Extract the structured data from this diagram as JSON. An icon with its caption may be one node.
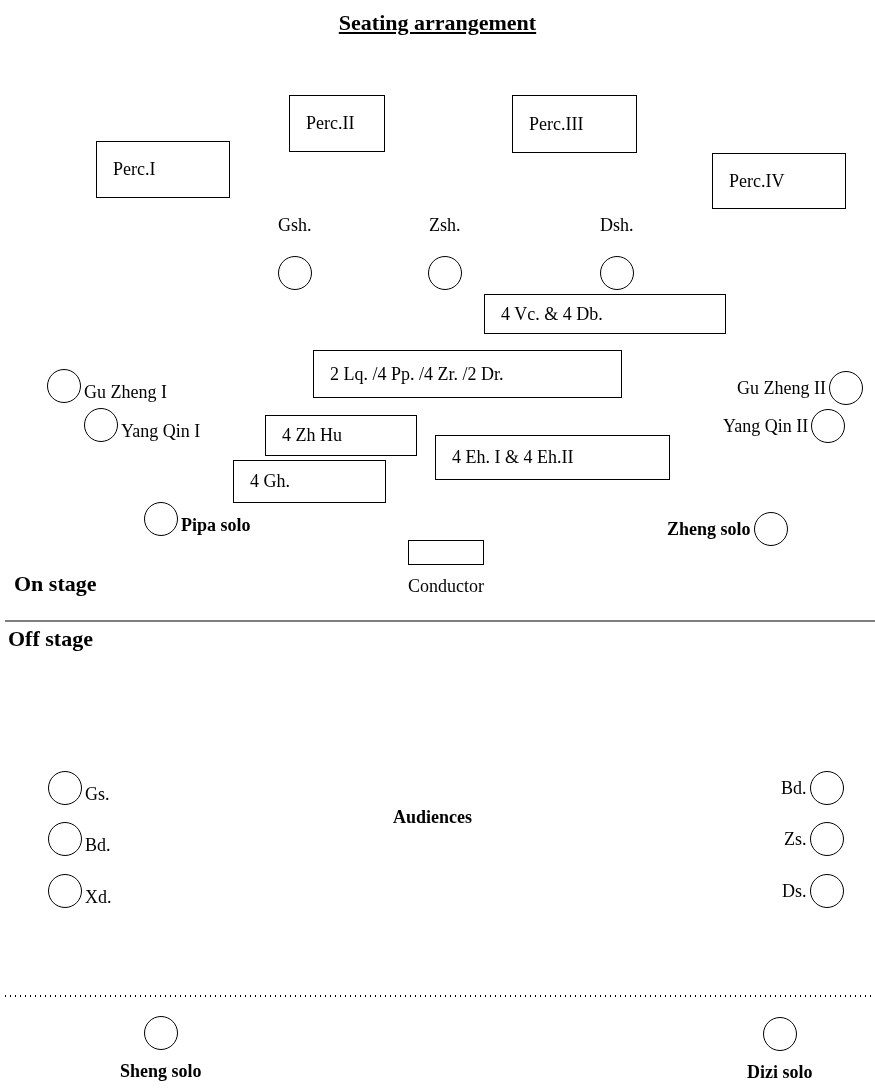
{
  "diagram": {
    "title": "Seating arrangement",
    "nodes": [
      {
        "text": [
          "Perc.I"
        ]
      },
      {
        "text": [
          "Perc.II"
        ]
      },
      {
        "text": [
          "Perc.III"
        ]
      },
      {
        "text": [
          "Perc.IV"
        ]
      },
      {
        "text": [],
        "shape": "circle",
        "beside": [
          "Gsh."
        ]
      },
      {
        "text": [],
        "shape": "circle",
        "beside": [
          "Zsh."
        ]
      },
      {
        "text": [],
        "shape": "circle",
        "beside": [
          "Dsh."
        ]
      },
      {
        "text": [
          "4 Vc. & 4 Db."
        ]
      },
      {
        "text": [
          "2 Lq. /4 Pp. /4 Zr. /2 Dr."
        ]
      },
      {
        "text": [],
        "shape": "circle",
        "beside": [
          "Gu Zheng I"
        ]
      },
      {
        "text": [],
        "shape": "circle",
        "beside": [
          "Gu Zheng II"
        ]
      },
      {
        "text": [
          "4 Zh Hu"
        ]
      },
      {
        "text": [],
        "shape": "circle",
        "beside": [
          "Yang Qin I"
        ]
      },
      {
        "text": [],
        "shape": "circle",
        "beside": [
          "Yang Qin II"
        ]
      },
      {
        "text": [
          "4 Eh. I & 4 Eh.II"
        ]
      },
      {
        "text": [
          "4 Gh."
        ]
      },
      {
        "text": [],
        "shape": "circle",
        "beside": [
          "Pipa solo"
        ]
      },
      {
        "text": [],
        "shape": "circle",
        "beside": [
          "Zheng solo"
        ]
      },
      {
        "text": [],
        "shape": "box",
        "beside": [
          "Conductor"
        ]
      },
      {
        "text": [],
        "shape": "circle",
        "beside": [
          "Gs."
        ]
      },
      {
        "text": [],
        "shape": "circle",
        "beside": [
          "Bd."
        ]
      },
      {
        "text": [],
        "shape": "circle",
        "beside": [
          "Xd."
        ]
      },
      {
        "text": [],
        "shape": "circle",
        "beside": [
          "Bd."
        ]
      },
      {
        "text": [],
        "shape": "circle",
        "beside": [
          "Zs."
        ]
      },
      {
        "text": [],
        "shape": "circle",
        "beside": [
          "Ds."
        ]
      },
      {
        "text": [],
        "shape": "circle",
        "beside": [
          "Sheng solo"
        ]
      },
      {
        "text": [],
        "shape": "circle",
        "beside": [
          "Dizi solo"
        ]
      }
    ],
    "labels": [
      "On stage",
      "Off stage",
      "Audiences"
    ]
  }
}
